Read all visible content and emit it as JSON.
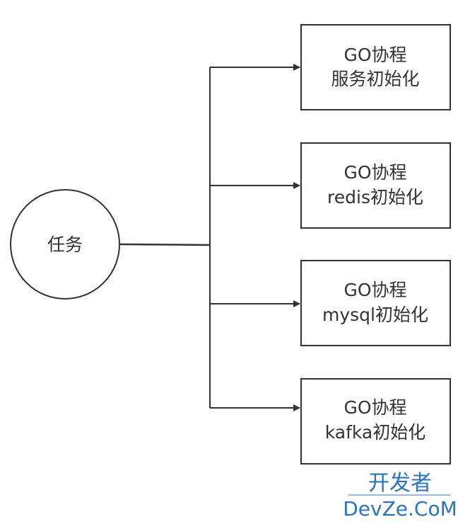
{
  "diagram": {
    "type": "flowchart",
    "root": {
      "label": "任务"
    },
    "children": [
      {
        "line1": "GO协程",
        "line2": "服务初始化"
      },
      {
        "line1": "GO协程",
        "line2": "redis初始化"
      },
      {
        "line1": "GO协程",
        "line2": "mysql初始化"
      },
      {
        "line1": "GO协程",
        "line2": "kafka初始化"
      }
    ],
    "edges": [
      {
        "from": "任务",
        "to": "服务初始化"
      },
      {
        "from": "任务",
        "to": "redis初始化"
      },
      {
        "from": "任务",
        "to": "mysql初始化"
      },
      {
        "from": "任务",
        "to": "kafka初始化"
      }
    ]
  },
  "watermark": {
    "line1": "开发者",
    "line2": "DevZe.CoM"
  },
  "colors": {
    "stroke": "#333333",
    "text": "#333333",
    "watermark": "#2a74c4"
  }
}
